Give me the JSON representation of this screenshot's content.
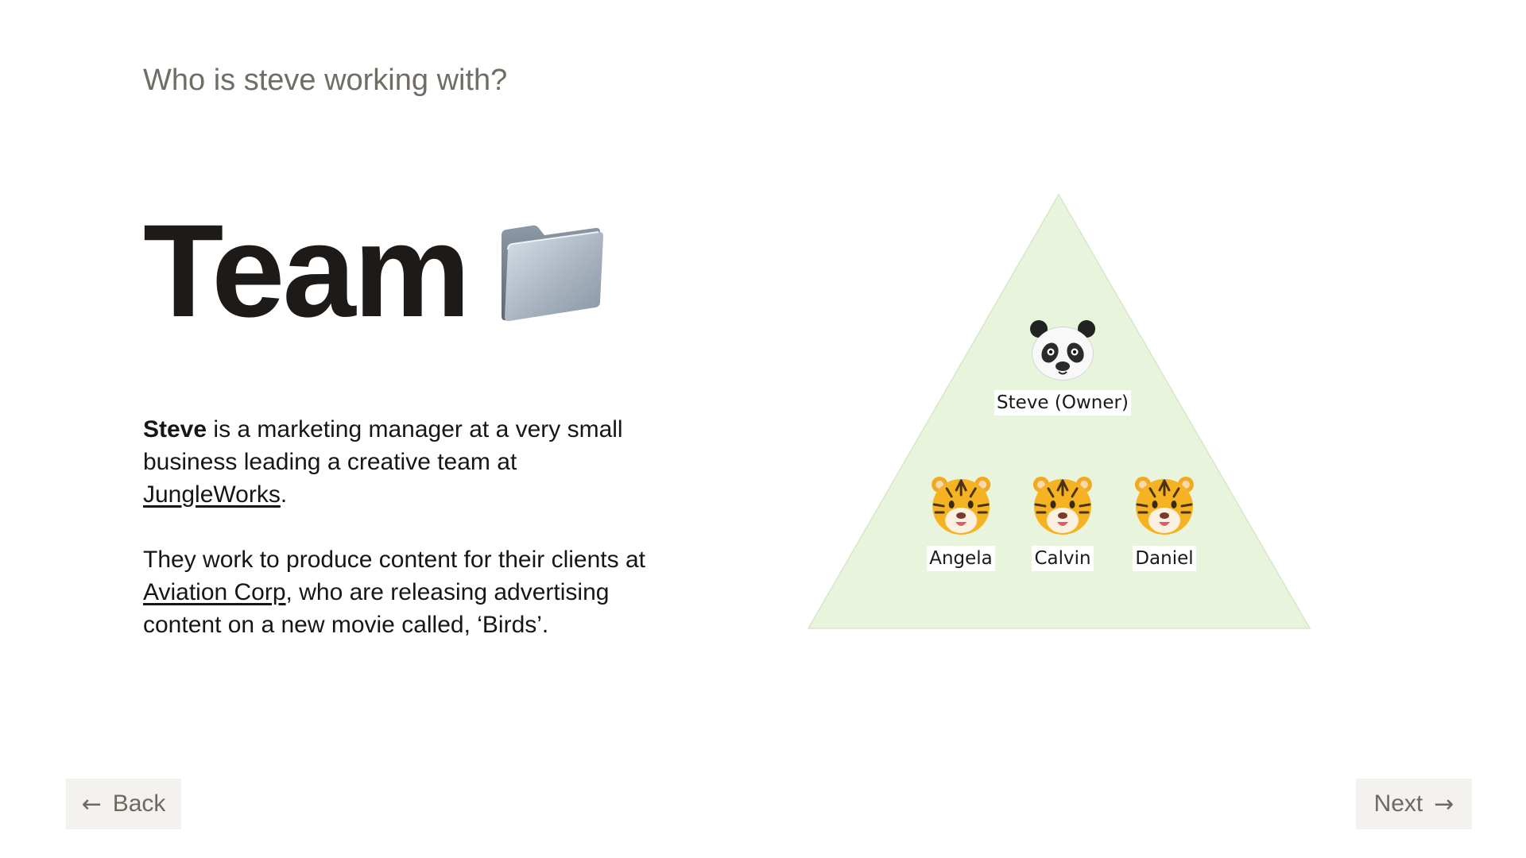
{
  "header": {
    "question": "Who is steve working with?"
  },
  "hero": {
    "title": "Team",
    "icon": "folder-icon"
  },
  "description": {
    "paragraph1": {
      "name": "Steve",
      "text_a": " is a marketing manager at a very small business leading a creative team at ",
      "link": "JungleWorks",
      "text_b": "."
    },
    "paragraph2": {
      "text_a": "They work to produce content for their clients at ",
      "link": "Aviation Corp",
      "text_b": ", who are releasing advertising content on a new movie called, ‘Birds’."
    }
  },
  "diagram": {
    "fill_color": "#e8f4dc",
    "owner": {
      "label": "Steve (Owner)",
      "icon": "panda-face-icon"
    },
    "members": [
      {
        "label": "Angela",
        "icon": "tiger-face-icon"
      },
      {
        "label": "Calvin",
        "icon": "tiger-face-icon"
      },
      {
        "label": "Daniel",
        "icon": "tiger-face-icon"
      }
    ]
  },
  "nav": {
    "back_label": "Back",
    "back_arrow": "←",
    "next_label": "Next",
    "next_arrow": "→"
  }
}
